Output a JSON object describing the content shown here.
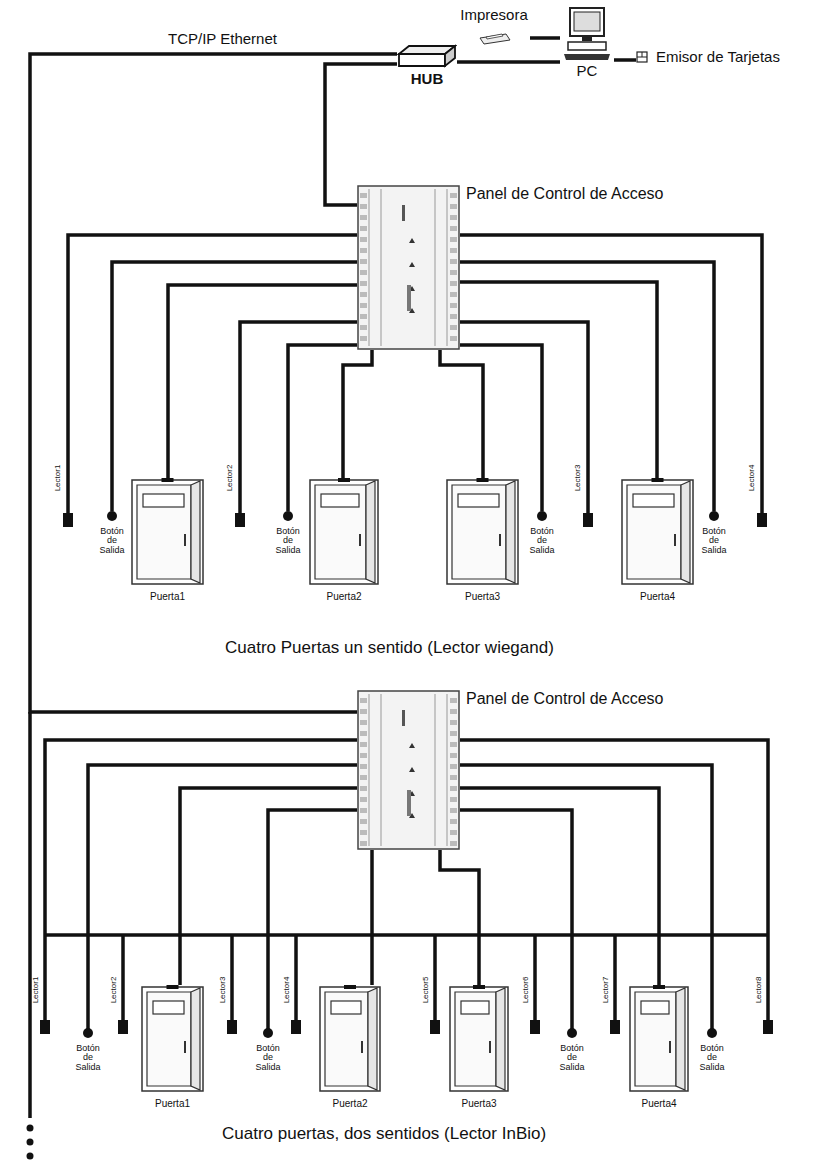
{
  "diagram": {
    "nodes": [
      {
        "text": [
          "Impresora"
        ]
      },
      {
        "text": [
          "PC"
        ]
      },
      {
        "text": [
          "Emisor de Tarjetas"
        ]
      },
      {
        "text": [
          "HUB"
        ]
      },
      {
        "text": [
          "Panel de Control de Acceso"
        ]
      },
      {
        "text": [
          "Puerta1"
        ]
      },
      {
        "text": [
          "Puerta2"
        ]
      },
      {
        "text": [
          "Puerta3"
        ]
      },
      {
        "text": [
          "Puerta4"
        ]
      },
      {
        "text": [
          "Panel de Control de Acceso"
        ]
      },
      {
        "text": [
          "Puerta1"
        ]
      },
      {
        "text": [
          "Puerta2"
        ]
      },
      {
        "text": [
          "Puerta3"
        ]
      },
      {
        "text": [
          "Puerta4"
        ]
      }
    ],
    "edges": [
      {
        "from": 3,
        "to": 1,
        "arrow": "none"
      },
      {
        "from": 1,
        "to": 0,
        "arrow": "none"
      },
      {
        "from": 1,
        "to": 2,
        "arrow": "none"
      },
      {
        "from": 3,
        "to": 4,
        "arrow": "none"
      },
      {
        "from": 3,
        "to": 9,
        "label": "TCP/IP Ethernet",
        "arrow": "none"
      },
      {
        "from": 4,
        "to": 5,
        "arrow": "none"
      },
      {
        "from": 4,
        "to": 6,
        "arrow": "none"
      },
      {
        "from": 4,
        "to": 7,
        "arrow": "none"
      },
      {
        "from": 4,
        "to": 8,
        "arrow": "none"
      },
      {
        "from": 9,
        "to": 10,
        "arrow": "none"
      },
      {
        "from": 9,
        "to": 11,
        "arrow": "none"
      },
      {
        "from": 9,
        "to": 12,
        "arrow": "none"
      },
      {
        "from": 9,
        "to": 13,
        "arrow": "none"
      }
    ],
    "labels": [
      "Cuatro Puertas un sentido (Lector wiegand)",
      "Lector1",
      "Botón de Salida",
      "Lector2",
      "Botón de Salida",
      "Botón de Salida",
      "Lector3",
      "Botón de Salida",
      "Lector4",
      "Cuatro puertas, dos sentidos (Lector InBio)",
      "Lector1",
      "Botón de Salida",
      "Lector2",
      "Lector3",
      "Botón de Salida",
      "Lector4",
      "Lector5",
      "Lector6",
      "Botón de Salida",
      "Lector7",
      "Botón de Salida",
      "Lector8"
    ]
  }
}
